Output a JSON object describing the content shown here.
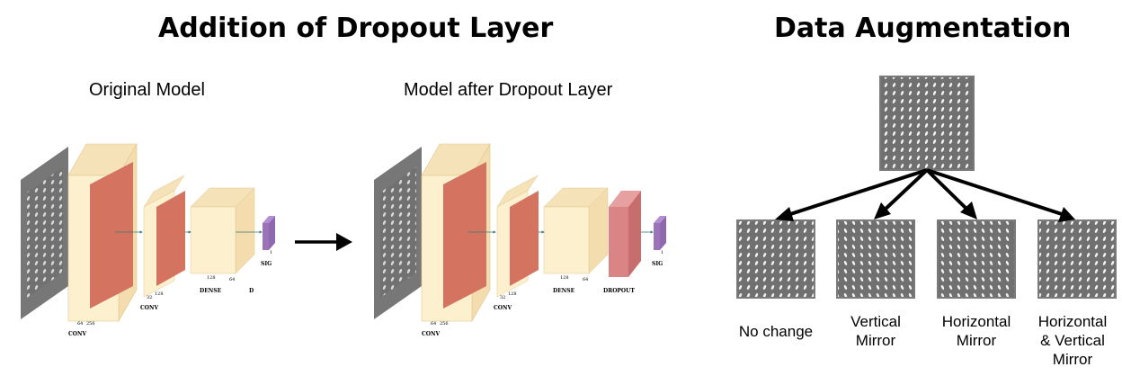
{
  "left": {
    "title": "Addition of Dropout Layer",
    "original": {
      "subtitle": "Original Model",
      "labels": {
        "conv1": "CONV",
        "conv2": "CONV",
        "dense": "DENSE",
        "d": "D",
        "sig": "SIG"
      },
      "dims": {
        "c1a": "64",
        "c1b": "256",
        "c2a": "32",
        "c2b": "128",
        "d1": "128",
        "d2": "64",
        "s1": "1"
      }
    },
    "dropout_model": {
      "subtitle": "Model after Dropout Layer",
      "labels": {
        "conv1": "CONV",
        "conv2": "CONV",
        "dense": "DENSE",
        "dropout": "DROPOUT",
        "sig": "SIG"
      },
      "dims": {
        "c1a": "64",
        "c1b": "256",
        "c2a": "32",
        "c2b": "128",
        "d1": "128",
        "d2": "64",
        "s1": "1"
      }
    }
  },
  "right": {
    "title": "Data Augmentation",
    "captions": [
      "No change",
      "Vertical\nMirror",
      "Horizontal\nMirror",
      "Horizontal\n& Vertical\nMirror"
    ]
  },
  "colors": {
    "conv_face": "#fdf0cf",
    "conv_edge": "#e6c98f",
    "conv_red": "#d4735f",
    "dropout": "#d98585",
    "sig": "#9b74b8",
    "panel_gray": "#6e6e6e",
    "arrow": "#000000"
  }
}
